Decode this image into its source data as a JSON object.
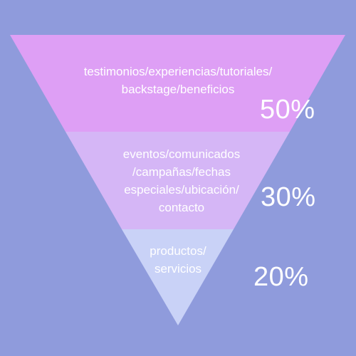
{
  "diagram": {
    "type": "inverted-funnel",
    "colors": {
      "background": "#8f9bdc",
      "tier_1": "#de9ff5",
      "tier_2": "#d5b6f6",
      "tier_3": "#c9d2f7",
      "text": "#ffffff"
    },
    "tiers": [
      {
        "lines": [
          "testimonios/experiencias/tutoriales/",
          "backstage/beneficios"
        ],
        "percent": "50%"
      },
      {
        "lines": [
          "eventos/comunicados",
          "/campañas/fechas",
          "especiales/ubicación/",
          "contacto"
        ],
        "percent": "30%"
      },
      {
        "lines": [
          "productos/",
          "servicios"
        ],
        "percent": "20%"
      }
    ]
  }
}
